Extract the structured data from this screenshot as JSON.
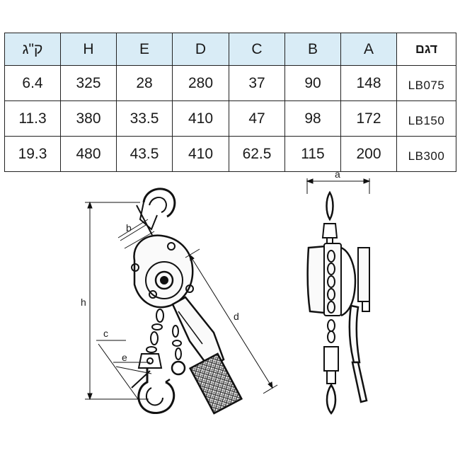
{
  "table": {
    "columns": [
      "ק\"ג",
      "H",
      "E",
      "D",
      "C",
      "B",
      "A",
      "דגם"
    ],
    "rows": [
      [
        "6.4",
        "325",
        "28",
        "280",
        "37",
        "90",
        "148",
        "LB075"
      ],
      [
        "11.3",
        "380",
        "33.5",
        "410",
        "47",
        "98",
        "172",
        "LB150"
      ],
      [
        "19.3",
        "480",
        "43.5",
        "410",
        "62.5",
        "115",
        "200",
        "LB300"
      ]
    ]
  },
  "diagram": {
    "labels": {
      "h": "h",
      "b": "b",
      "c": "c",
      "d": "d",
      "e": "e",
      "a": "a"
    }
  }
}
